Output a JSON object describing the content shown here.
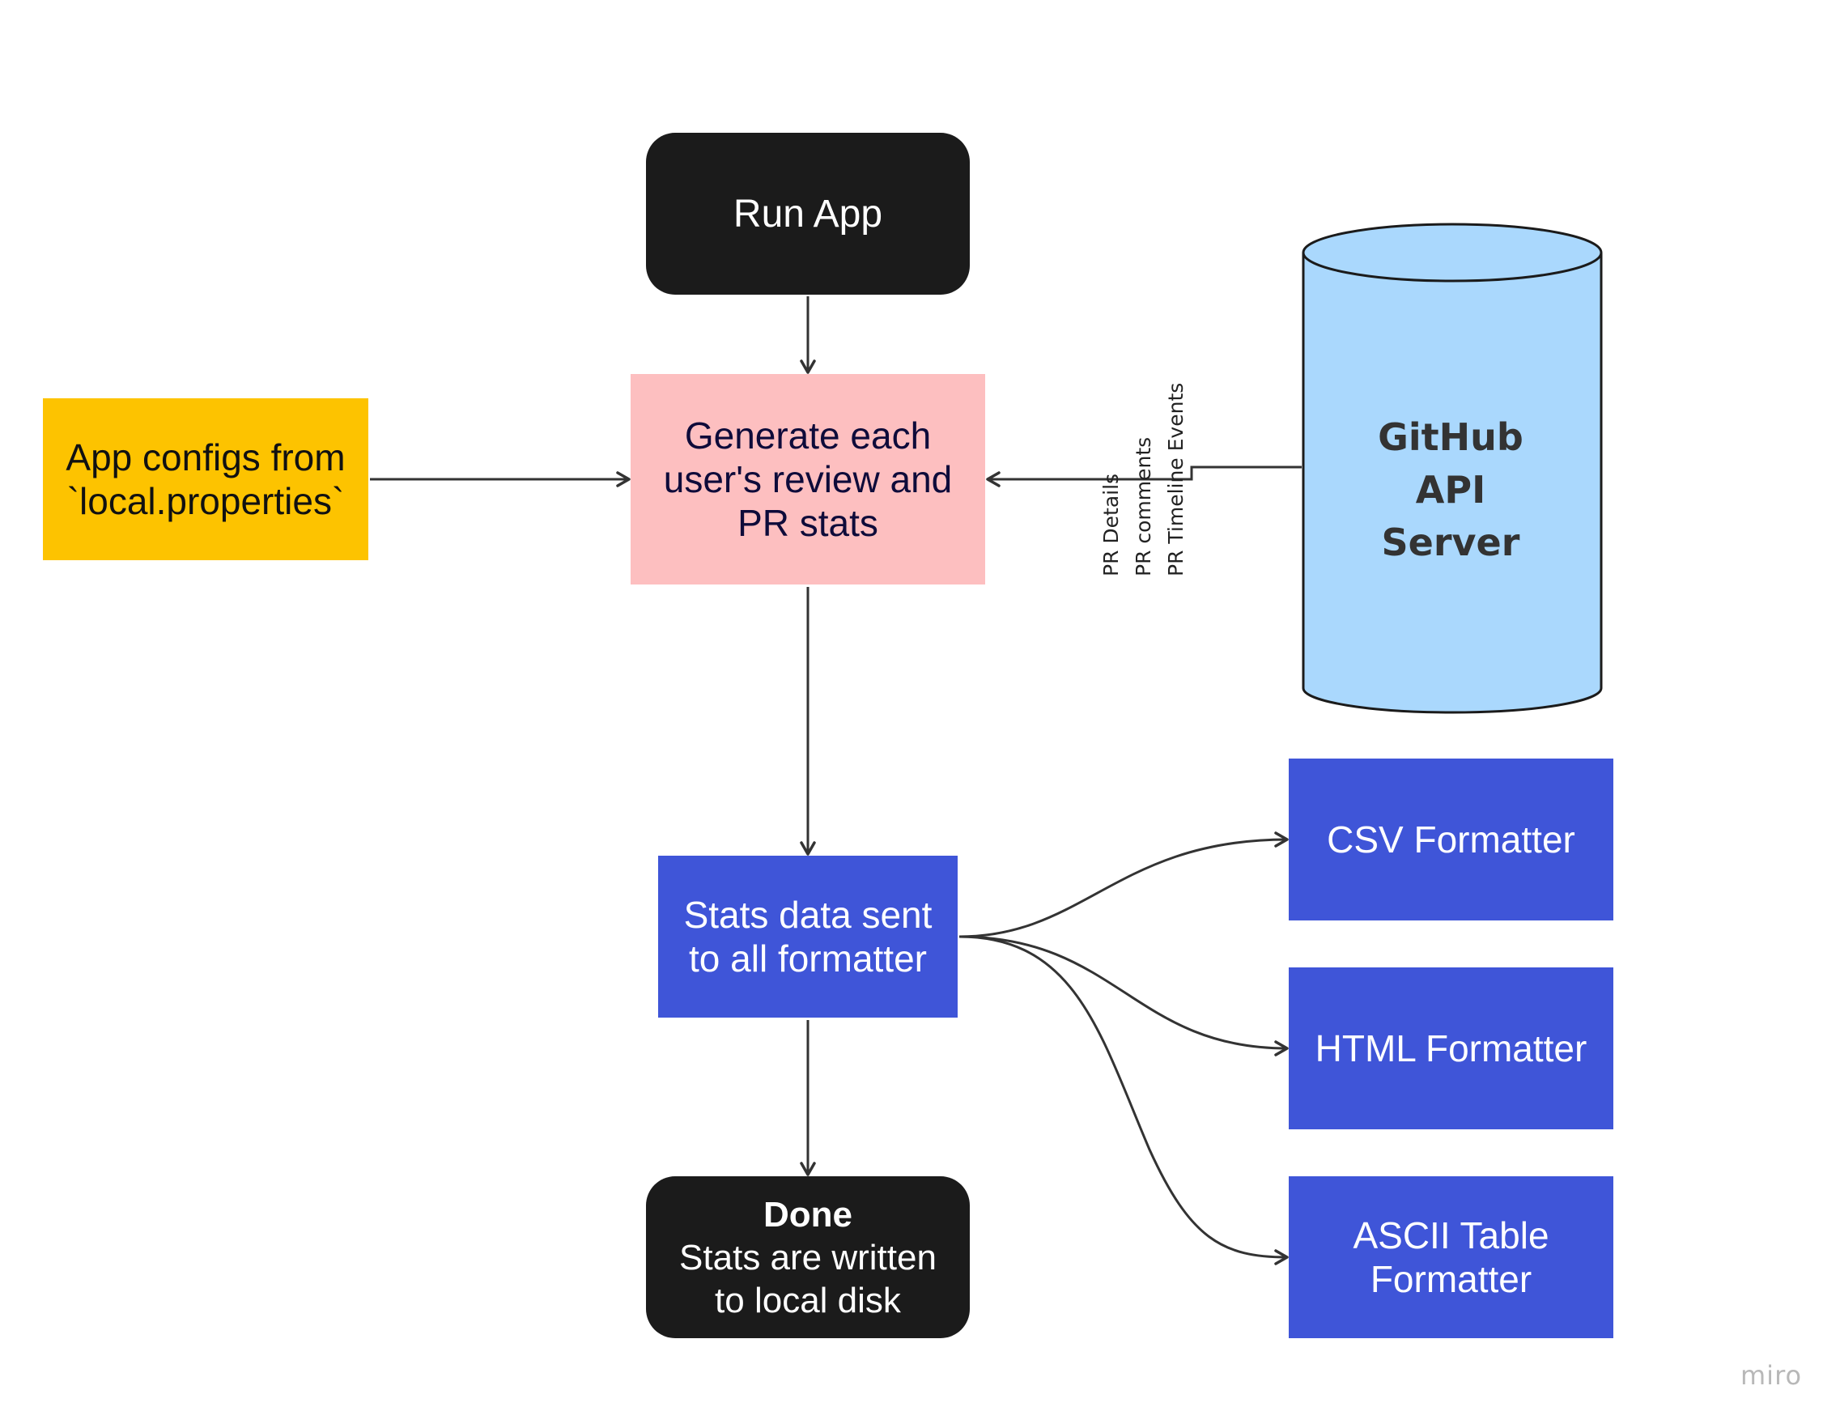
{
  "diagram": {
    "nodes": {
      "run_app": {
        "label": "Run App"
      },
      "generate_stats": {
        "label": "Generate each\nuser's review and\nPR stats",
        "fill": "#fdbfc0"
      },
      "app_configs": {
        "label": "App configs from\n`local.properties`",
        "fill": "#fdc300"
      },
      "github_api": {
        "lines": [
          "GitHub",
          "API",
          "Server"
        ],
        "fill": "#aad8fd",
        "shape": "cylinder"
      },
      "stats_sent": {
        "label": "Stats data sent\nto all formatter"
      },
      "done": {
        "title": "Done",
        "label": "Stats are written\nto local disk"
      },
      "csv_formatter": {
        "label": "CSV Formatter"
      },
      "html_formatter": {
        "label": "HTML Formatter"
      },
      "ascii_formatter": {
        "label": "ASCII Table\nFormatter"
      }
    },
    "edge_labels": {
      "github_to_generate": [
        "PR Details",
        "PR comments",
        "PR Timeline Events"
      ]
    },
    "edges": [
      {
        "from": "run_app",
        "to": "generate_stats"
      },
      {
        "from": "app_configs",
        "to": "generate_stats"
      },
      {
        "from": "github_api",
        "to": "generate_stats"
      },
      {
        "from": "generate_stats",
        "to": "stats_sent"
      },
      {
        "from": "stats_sent",
        "to": "done"
      },
      {
        "from": "stats_sent",
        "to": "csv_formatter"
      },
      {
        "from": "stats_sent",
        "to": "html_formatter"
      },
      {
        "from": "stats_sent",
        "to": "ascii_formatter"
      }
    ],
    "colors": {
      "dark_node": "#1b1b1b",
      "formatter_node": "#3f55d8",
      "edge": "#333333"
    }
  },
  "watermark": "miro"
}
